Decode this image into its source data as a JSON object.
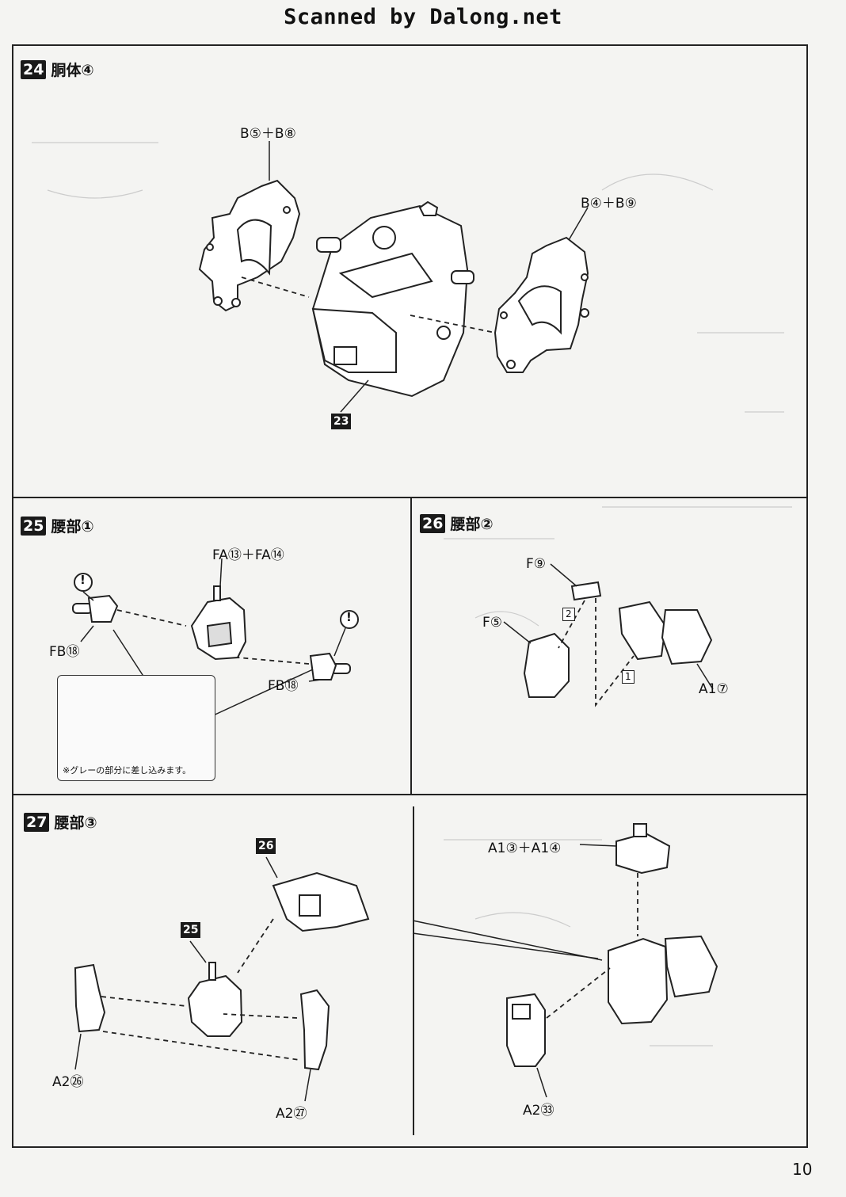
{
  "header": {
    "watermark": "Scanned by Dalong.net"
  },
  "steps": [
    {
      "number": "24",
      "title": "胴体④",
      "labels": {
        "left_parts": "B⑤＋B⑧",
        "right_parts": "B④＋B⑨",
        "base_tag": "23"
      }
    },
    {
      "number": "25",
      "title": "腰部①",
      "labels": {
        "top_parts": "FA⑬＋FA⑭",
        "left_part": "FB⑱",
        "right_part": "FB⑱",
        "warning_mark": "!",
        "note": "※グレーの部分に差し込みます。"
      }
    },
    {
      "number": "26",
      "title": "腰部②",
      "labels": {
        "part_f9": "F⑨",
        "part_f5": "F⑤",
        "part_a17": "A1⑦",
        "order_1": "1",
        "order_2": "2"
      }
    },
    {
      "number": "27",
      "title": "腰部③",
      "labels": {
        "tag_26": "26",
        "tag_25": "25",
        "part_a226": "A2㉖",
        "part_a227": "A2㉗",
        "top_parts": "A1③＋A1④",
        "part_a233": "A2㉝"
      }
    }
  ],
  "footer": {
    "page_number": "10"
  }
}
